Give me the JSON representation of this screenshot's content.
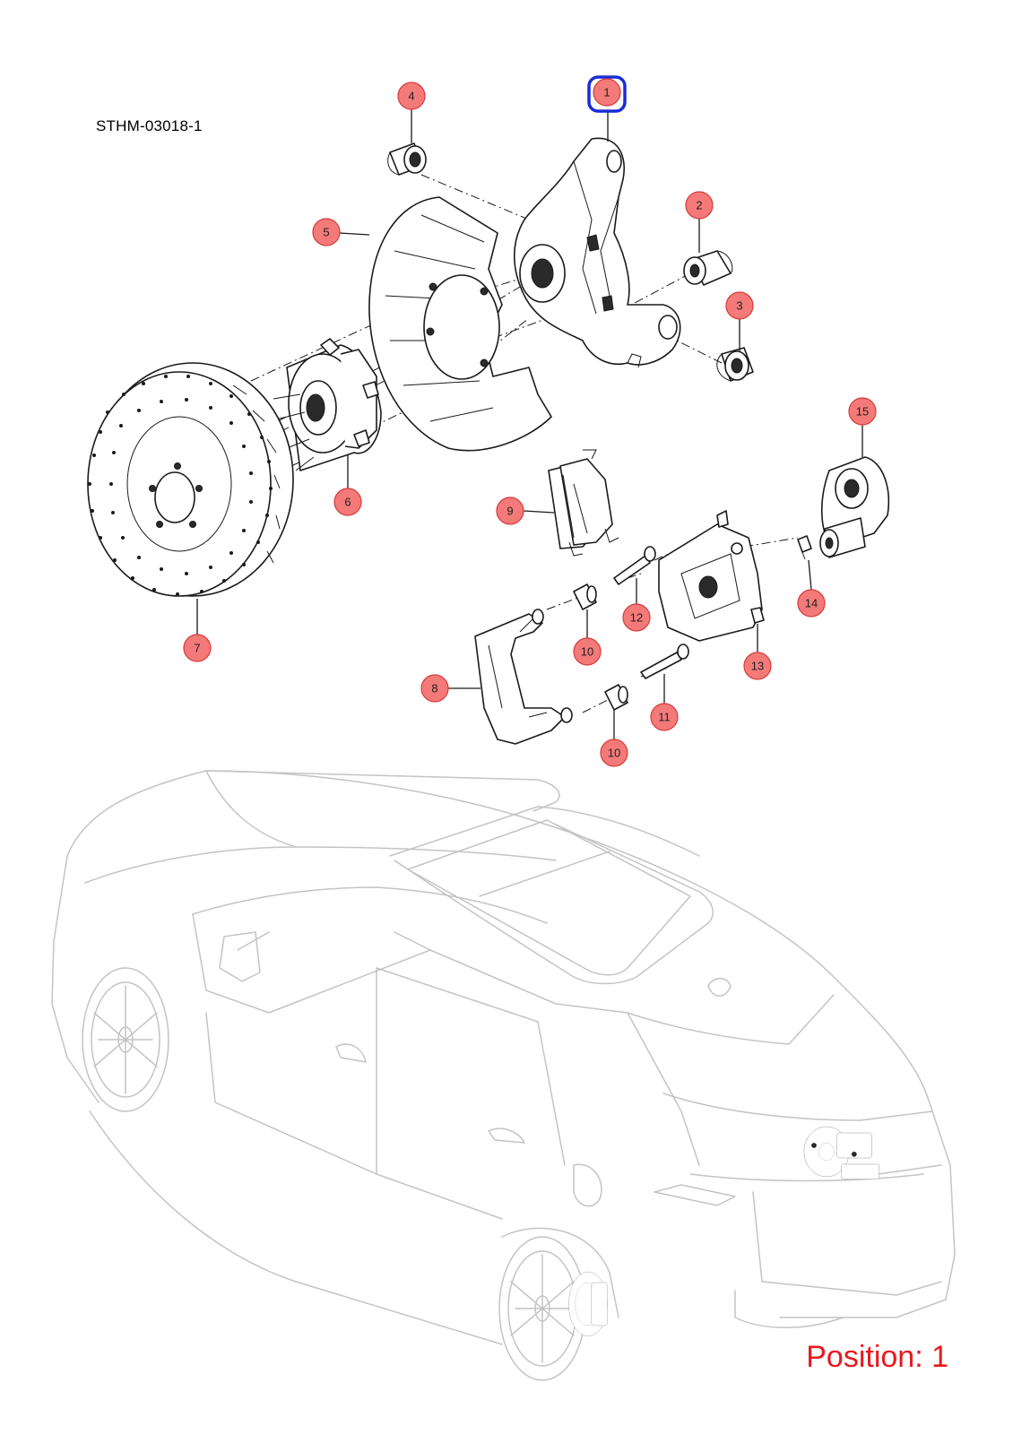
{
  "diagram_code": "STHM-03018-1",
  "position_label": "Position: 1",
  "colors": {
    "callout_fill": "#f47a7a",
    "selected_outline": "#1a2bd6",
    "position_text": "#e8191f"
  },
  "selected_callout": "1",
  "callouts": [
    {
      "id": "c1",
      "label": "1",
      "selected": true
    },
    {
      "id": "c2",
      "label": "2"
    },
    {
      "id": "c3",
      "label": "3"
    },
    {
      "id": "c4",
      "label": "4"
    },
    {
      "id": "c5",
      "label": "5"
    },
    {
      "id": "c6",
      "label": "6"
    },
    {
      "id": "c7",
      "label": "7"
    },
    {
      "id": "c8",
      "label": "8"
    },
    {
      "id": "c9",
      "label": "9"
    },
    {
      "id": "c10a",
      "label": "10"
    },
    {
      "id": "c10b",
      "label": "10"
    },
    {
      "id": "c11",
      "label": "11"
    },
    {
      "id": "c12",
      "label": "12"
    },
    {
      "id": "c13",
      "label": "13"
    },
    {
      "id": "c14",
      "label": "14"
    },
    {
      "id": "c15",
      "label": "15"
    }
  ]
}
